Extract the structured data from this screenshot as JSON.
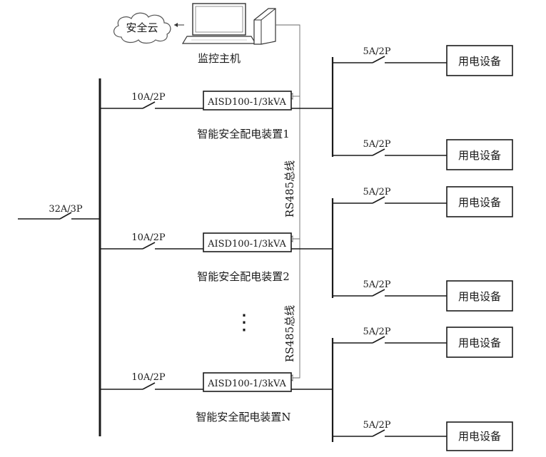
{
  "cloud_label": "安全云",
  "host_label": "监控主机",
  "main_breaker": "32A/3P",
  "feeders": [
    {
      "breaker": "10A/2P",
      "device": "AISD100-1/3kVA",
      "device_name": "智能安全配电装置1",
      "outputs": [
        {
          "breaker": "5A/2P",
          "load": "用电设备"
        },
        {
          "breaker": "5A/2P",
          "load": "用电设备"
        }
      ]
    },
    {
      "breaker": "10A/2P",
      "device": "AISD100-1/3kVA",
      "device_name": "智能安全配电装置2",
      "outputs": [
        {
          "breaker": "5A/2P",
          "load": "用电设备"
        },
        {
          "breaker": "5A/2P",
          "load": "用电设备"
        }
      ]
    },
    {
      "breaker": "10A/2P",
      "device": "AISD100-1/3kVA",
      "device_name": "智能安全配电装置N",
      "outputs": [
        {
          "breaker": "5A/2P",
          "load": "用电设备"
        },
        {
          "breaker": "5A/2P",
          "load": "用电设备"
        }
      ]
    }
  ],
  "bus_labels": [
    "RS485总线",
    "RS485总线"
  ],
  "ellipsis": "⋮"
}
